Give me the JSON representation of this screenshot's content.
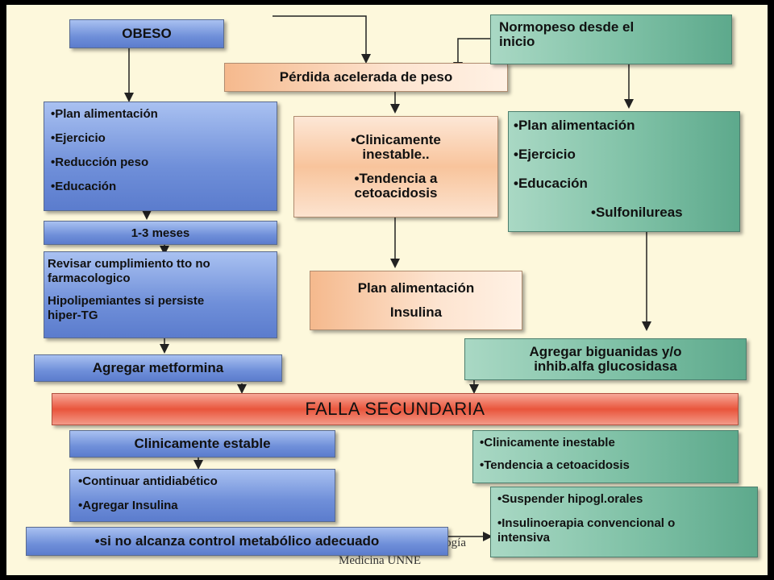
{
  "nodes": {
    "obeso": "OBESO",
    "perdida": "Pérdida acelerada de peso",
    "normopeso": [
      "Normopeso desde el",
      "inicio"
    ],
    "left_list": [
      "•Plan alimentación",
      "•Ejercicio",
      "•Reducción peso",
      "•Educación"
    ],
    "meses": "1-3 meses",
    "revisar": [
      "Revisar cumplimiento tto no",
      "farmacologico",
      "Hipolipemiantes si persiste",
      "hiper-TG"
    ],
    "metformina": "Agregar metformina",
    "inestable_mid": [
      "•Clinicamente",
      "inestable..",
      "•Tendencia a",
      "cetoacidosis"
    ],
    "plan_insulina": [
      "Plan alimentación",
      "Insulina"
    ],
    "right_list": [
      "•Plan alimentación",
      "•Ejercicio",
      "•Educación",
      "•Sulfonilureas"
    ],
    "biguanidas": [
      "Agregar biguanidas y/o",
      "inhib.alfa glucosidasa"
    ],
    "falla": "FALLA SECUNDARIA",
    "estable": "Clinicamente estable",
    "continuar": [
      "•Continuar antidiabético",
      "•Agregar  Insulina"
    ],
    "no_alcanza": "•si no alcanza control metabólico adecuado",
    "inestable_right": [
      "•Clinicamente inestable",
      "•Tendencia a cetoacidosis"
    ],
    "suspender": [
      "•Suspender hipogl.orales",
      "•Insulinoerapia convencional o",
      "intensiva"
    ]
  },
  "footer": {
    "line1": "logía",
    "line2": "Medicina UNNE"
  },
  "colors": {
    "background": "#fdf8dc",
    "blue": "#6f8fd9",
    "green": "#7fc1a6",
    "peach": "#f8c49c",
    "red": "#e9553c",
    "arrow": "#222222"
  }
}
